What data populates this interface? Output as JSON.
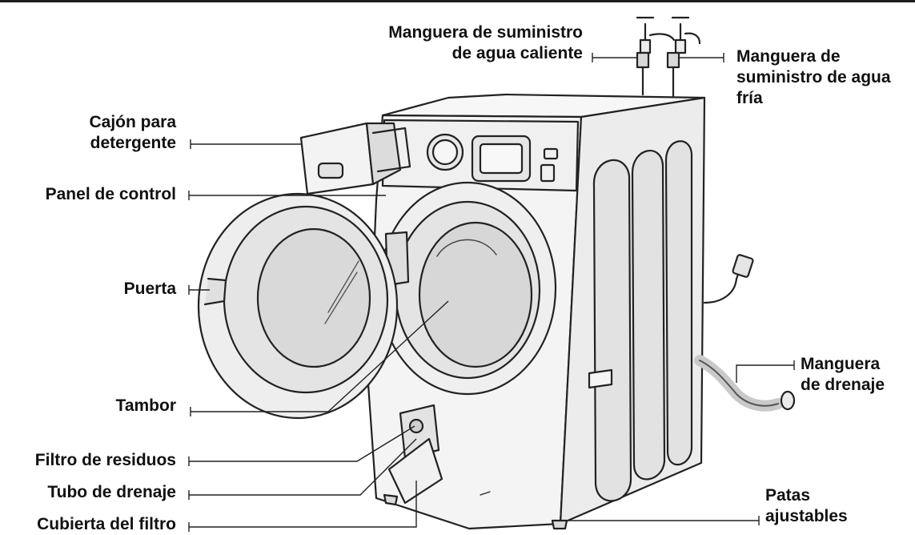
{
  "labels": {
    "hot_water_hose": [
      "Manguera de suministro",
      "de agua caliente"
    ],
    "cold_water_hose": [
      "Manguera de",
      "suministro de agua",
      "fría"
    ],
    "detergent_drawer": [
      "Cajón para",
      "detergente"
    ],
    "control_panel": [
      "Panel de control"
    ],
    "door": [
      "Puerta"
    ],
    "drum": [
      "Tambor"
    ],
    "debris_filter": [
      "Filtro de residuos"
    ],
    "drain_tube": [
      "Tubo de drenaje"
    ],
    "filter_cover": [
      "Cubierta del filtro"
    ],
    "drain_hose": [
      "Manguera",
      "de drenaje"
    ],
    "adjustable_feet": [
      "Patas",
      "ajustables"
    ]
  },
  "colors": {
    "line": "#222222",
    "panel_face": "#f2f2f2",
    "side_face": "#e6e6e6",
    "shadow": "#cfcfcf"
  }
}
